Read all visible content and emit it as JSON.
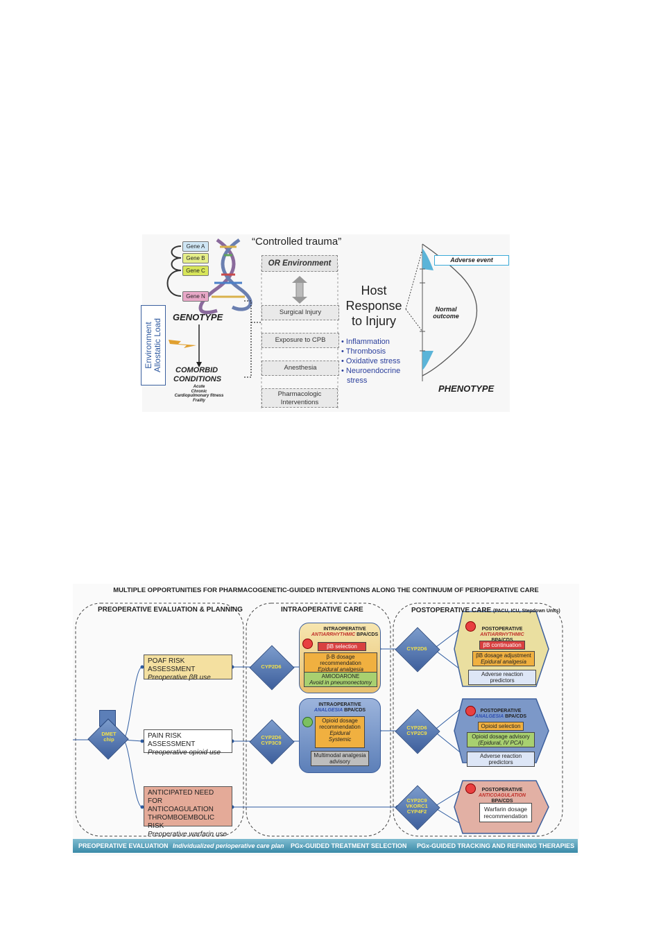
{
  "fig1": {
    "genes": [
      "Gene A",
      "Gene B",
      "Gene C",
      "Gene N"
    ],
    "genotype": "GENOTYPE",
    "side_label_1": "Environment",
    "side_label_2": "Allostatic Load",
    "comorbid_1": "COMORBID",
    "comorbid_2": "CONDITIONS",
    "comorbid_items": [
      "Acute",
      "Chronic",
      "Cardiopulmonary fitness",
      "Frailty"
    ],
    "controlled_trauma": "“Controlled trauma”",
    "or_environment": "OR Environment",
    "steps": [
      "Surgical Injury",
      "Exposure to CPB",
      "Anesthesia",
      "Pharmacologic Interventions"
    ],
    "host_response": [
      "Host",
      "Response",
      "to Injury"
    ],
    "bullets": [
      "Inflammation",
      "Thrombosis",
      "Oxidative stress",
      "Neuroendocrine stress"
    ],
    "adverse_event": "Adverse event",
    "normal_outcome": [
      "Normal",
      "outcome"
    ],
    "phenotype": "PHENOTYPE"
  },
  "fig2": {
    "title": "MULTIPLE OPPORTUNITIES FOR PHARMACOGENETIC-GUIDED INTERVENTIONS ALONG THE CONTINUUM OF PERIOPERATIVE CARE",
    "sections": {
      "preop": "PREOPERATIVE EVALUATION & PLANNING",
      "intraop": "INTRAOPERATIVE CARE",
      "postop": "POSTOPERATIVE CARE",
      "postop_small": "(PACU, ICU, Stepdown Units)"
    },
    "chip": [
      "DMET",
      "chip"
    ],
    "preop_boxes": [
      {
        "title": "POAF RISK ASSESSMENT",
        "sub": "Preoperative βB use"
      },
      {
        "title": "PAIN RISK ASSESSMENT",
        "sub": "Preoperative opioid use"
      },
      {
        "title": "ANTICIPATED NEED FOR ANTICOAGULATION THROMBOEMBOLIC RISK",
        "sub": "Preoperative warfarin use"
      }
    ],
    "genes_intra": {
      "row1": "CYP2D6",
      "row2": [
        "CYP2D6",
        "CYP3C9"
      ]
    },
    "genes_post": {
      "row1": "CYP2D6",
      "row2": [
        "CYP2D6",
        "CYP2C9"
      ],
      "row3": [
        "CYP2C9",
        "VKORC1",
        "CYP4F2"
      ]
    },
    "intra_antiarrhythmic": {
      "head": "INTRAOPERATIVE",
      "kind": "ANTIARRHYTHMIC",
      "suffix": "BPA/CDS",
      "items": [
        {
          "a": "βB selection",
          "b": ""
        },
        {
          "a": "β-B dosage recommendation",
          "b": "Epidural analgesia"
        },
        {
          "a": "AMIODARONE",
          "b": "Avoid in pneumonectomy"
        }
      ]
    },
    "intra_analgesia": {
      "head": "INTRAOPERATIVE",
      "kind": "ANALGESIA",
      "suffix": "BPA/CDS",
      "items": [
        {
          "a": "Opioid dosage recommendation",
          "b1": "Epidural",
          "b2": "Systemic"
        },
        {
          "a": "Multimodal analgesia advisory"
        }
      ]
    },
    "post_antiarrhythmic": {
      "head": "POSTOPERATIVE",
      "kind": "ANTIARRHYTHMIC",
      "suffix": "BPA/CDS",
      "items": [
        {
          "a": "βB continuation",
          "b": ""
        },
        {
          "a": "βB dosage adjustment",
          "b": "Epidural analgesia"
        },
        {
          "a": "Adverse reaction predictors",
          "b": ""
        }
      ]
    },
    "post_analgesia": {
      "head": "POSTOPERATIVE",
      "kind": "ANALGESIA",
      "suffix": "BPA/CDS",
      "items": [
        {
          "a": "Opioid selection",
          "b": ""
        },
        {
          "a": "Opioid dosage advisory",
          "b": "(Epidural, IV PCA)"
        },
        {
          "a": "Adverse reaction predictors",
          "b": ""
        }
      ]
    },
    "post_anticoag": {
      "head": "POSTOPERATIVE",
      "kind": "ANTICOAGULATION",
      "suffix": "BPA/CDS",
      "items": [
        {
          "a": "Warfarin dosage recommendation"
        }
      ]
    },
    "footer": {
      "a": "PREOPERATIVE EVALUATION",
      "b": "Individualized perioperative care plan",
      "c": "PGx-GUIDED TREATMENT SELECTION",
      "d": "PGx-GUIDED TRACKING AND REFINING THERAPIES"
    }
  }
}
